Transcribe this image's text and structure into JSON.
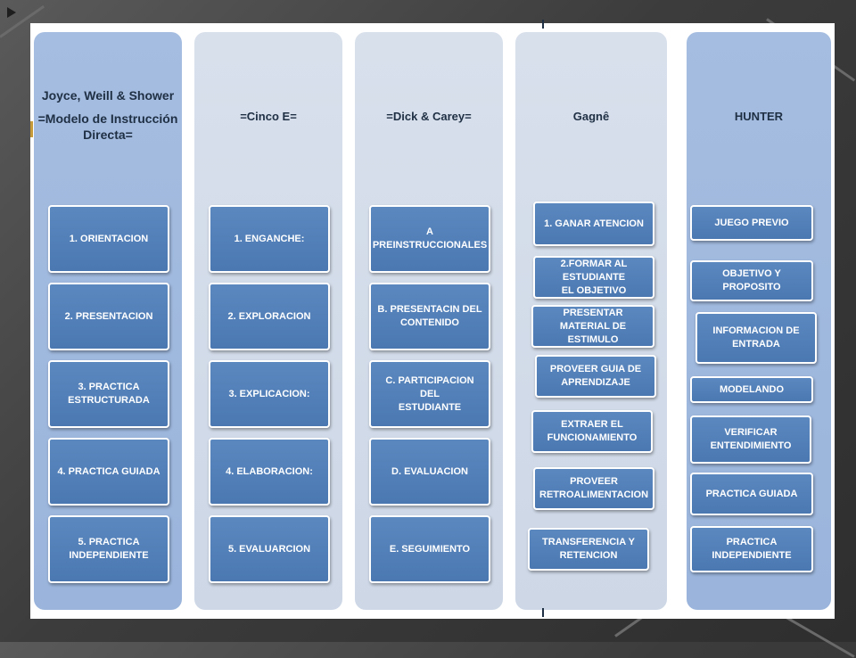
{
  "columns": [
    {
      "title_lines": [
        "Joyce, Weill & Shower",
        "=Modelo de Instrucción",
        "Directa="
      ],
      "items": [
        "1. ORIENTACION",
        "2. PRESENTACION",
        "3. PRACTICA\nESTRUCTURADA",
        "4. PRACTICA  GUIADA",
        "5. PRACTICA\nINDEPENDIENTE"
      ]
    },
    {
      "title_lines": [
        "=Cinco E="
      ],
      "items": [
        "1. ENGANCHE:",
        "2. EXPLORACION",
        "3. EXPLICACION:",
        "4. ELABORACION:",
        "5. EVALUARCION"
      ]
    },
    {
      "title_lines": [
        "=Dick & Carey="
      ],
      "items": [
        "A PREINSTRUCCIONALES",
        "B. PRESENTACIN  DEL\nCONTENIDO",
        "C. PARTICIPACION  DEL\nESTUDIANTE",
        "D.  EVALUACION",
        "E.  SEGUIMIENTO"
      ]
    },
    {
      "title_lines": [
        "Gagnê"
      ],
      "items": [
        "1. GANAR ATENCION",
        "2.FORMAR AL ESTUDIANTE\nEL OBJETIVO",
        "PRESENTAR MATERIAL  DE\nESTIMULO",
        "PROVEER  GUIA DE\nAPRENDIZAJE",
        "EXTRAER  EL\nFUNCIONAMIENTO",
        "PROVEER\nRETROALIMENTACION",
        "TRANSFERENCIA  Y\nRETENCION"
      ]
    },
    {
      "title_lines": [
        "HUNTER"
      ],
      "items": [
        "JUEGO PREVIO",
        "OBJETIVO  Y  PROPOSITO",
        "INFORMACION DE\nENTRADA",
        "MODELANDO",
        "VERIFICAR\nENTENDIMIENTO",
        "PRACTICA  GUIADA",
        "PRACTICA  INDEPENDIENTE"
      ]
    }
  ]
}
